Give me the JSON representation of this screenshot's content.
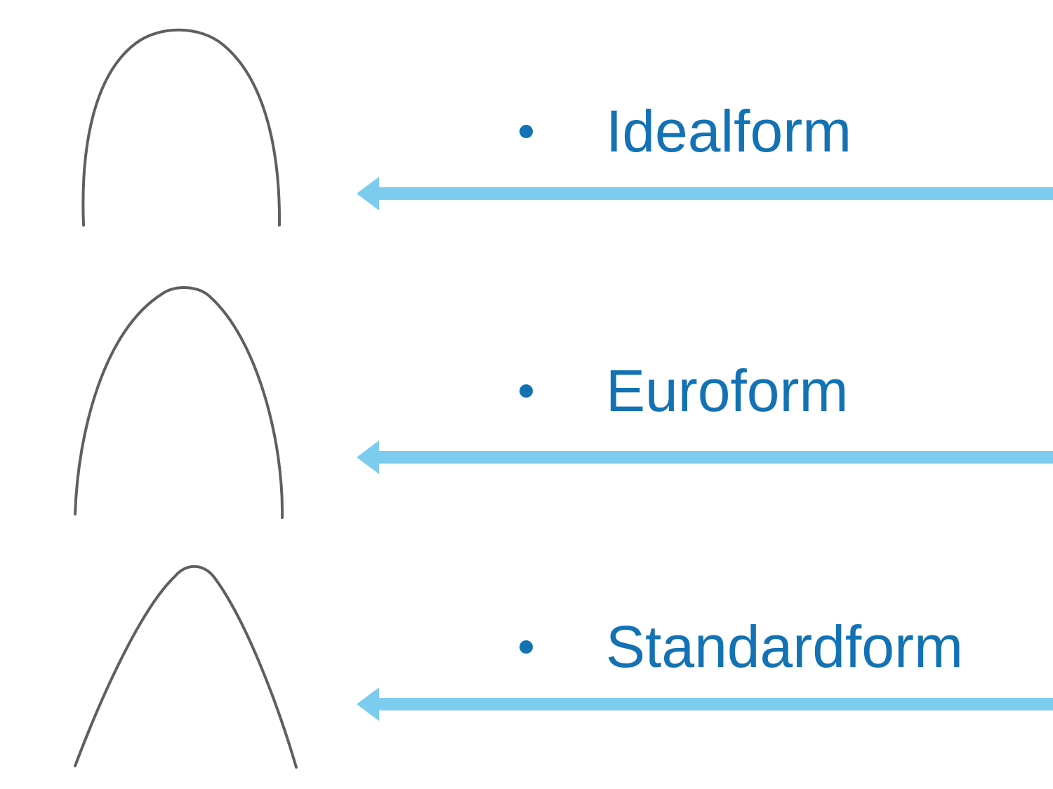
{
  "colors": {
    "background": "#ffffff",
    "label_blue": "#1272b4",
    "arrow_blue": "#7cccf0",
    "wire_gray": "#5d6063"
  },
  "items": [
    {
      "label": "Idealform",
      "arch_icon": "archwire-idealform-curve",
      "arrow_icon": "arrow-left"
    },
    {
      "label": "Euroform",
      "arch_icon": "archwire-euroform-curve",
      "arrow_icon": "arrow-left"
    },
    {
      "label": "Standardform",
      "arch_icon": "archwire-standardform-curve",
      "arrow_icon": "arrow-left"
    }
  ]
}
